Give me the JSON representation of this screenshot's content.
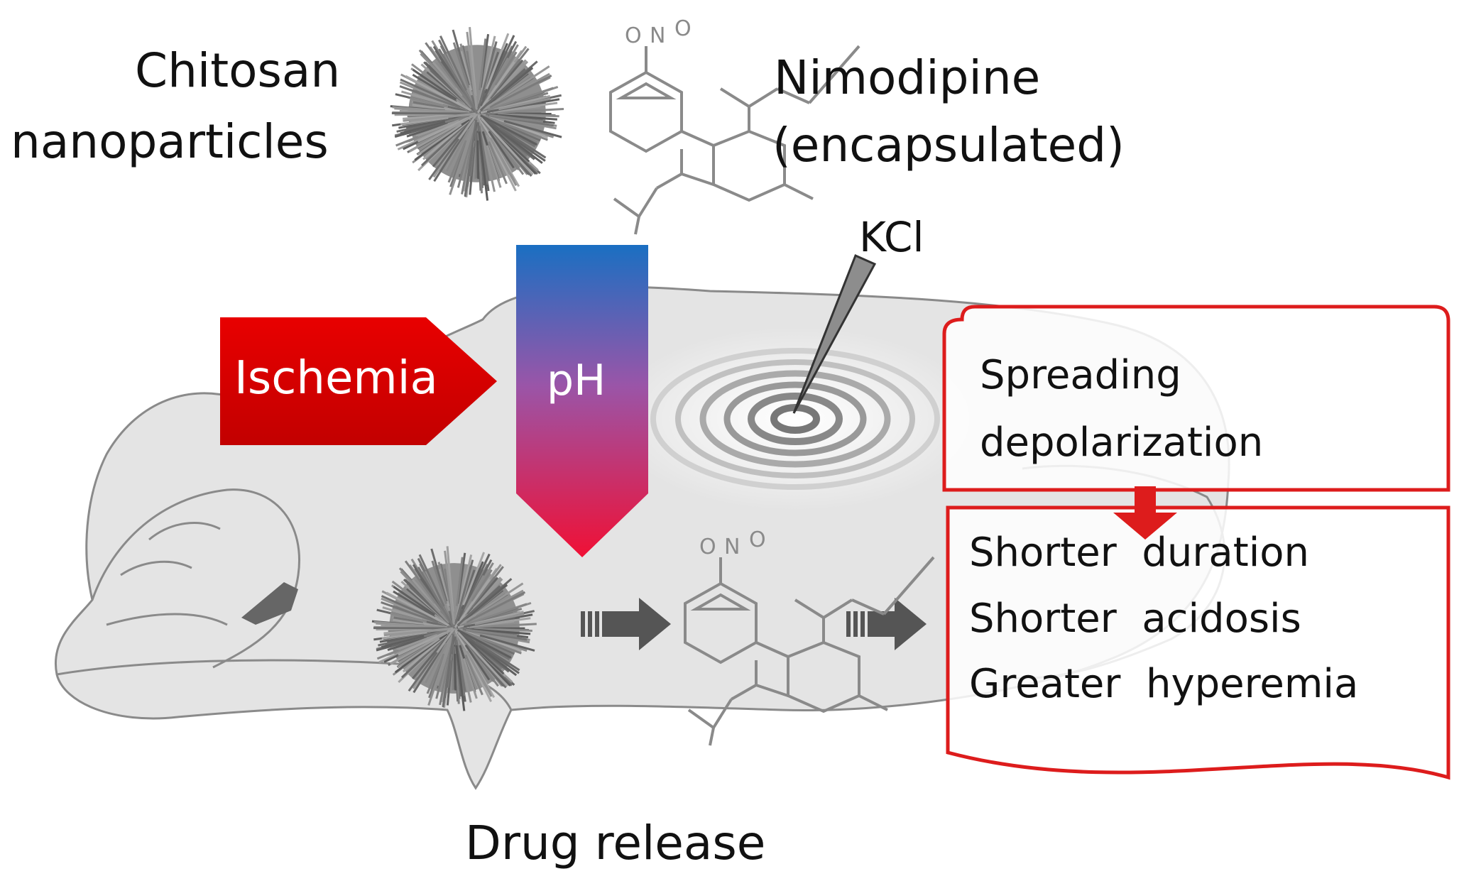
{
  "labels": {
    "chitosan_line1": "Chitosan",
    "chitosan_line2": "nanoparticles",
    "nimodipine_line1": "Nimodipine",
    "nimodipine_line2": "(encapsulated)",
    "kcl": "KCl",
    "ischemia": "Ischemia",
    "ph": "pH",
    "drug_release": "Drug release"
  },
  "box_top": {
    "line1": "Spreading",
    "line2": "depolarization"
  },
  "box_bottom": {
    "items": [
      "Shorter  duration",
      "Shorter  acidosis",
      "Greater  hyperemia"
    ]
  },
  "colors": {
    "ischemia_red": "#dd0000",
    "box_border": "#dd1c1c",
    "ph_top": "#1a6fc2",
    "ph_bottom": "#f01035",
    "arrow_gray": "#555555",
    "brain_fill": "#e4e4e4",
    "brain_stroke": "#8a8a8a"
  },
  "icons": {
    "nanoparticle": "spiky-sphere-icon",
    "molecule": "nimodipine-structure-icon",
    "electrode": "kcl-electrode-icon"
  }
}
